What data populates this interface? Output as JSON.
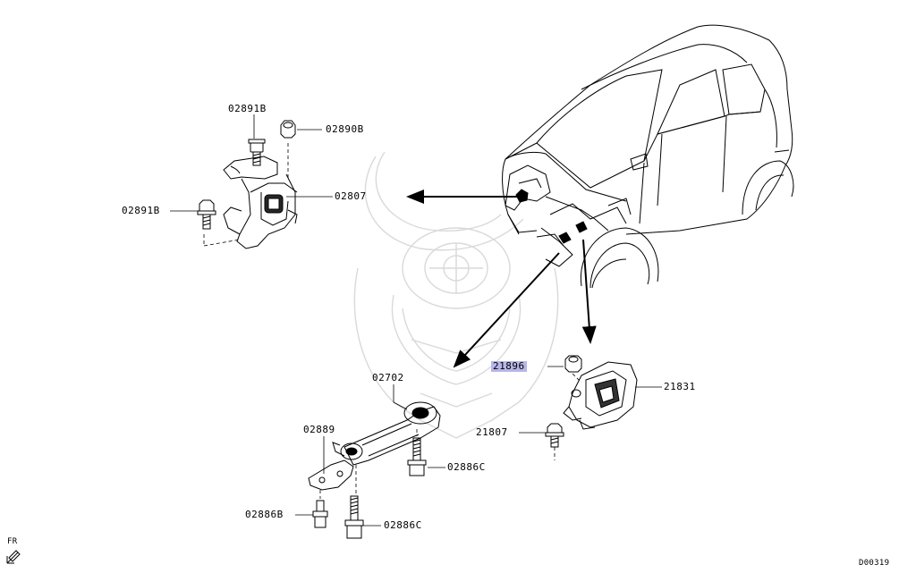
{
  "diagram": {
    "part_labels": {
      "p02891B_top": "02891B",
      "p02890B": "02890B",
      "p02807": "02807",
      "p02891B_left": "02891B",
      "p02702": "02702",
      "p21896": "21896",
      "p21831": "21831",
      "p21807": "21807",
      "p02889": "02889",
      "p02886C_upper": "02886C",
      "p02886B": "02886B",
      "p02886C_lower": "02886C"
    },
    "highlighted_part": "21896",
    "direction_marker": "FR",
    "diagram_id": "D00319",
    "colors": {
      "line": "#000000",
      "highlight": "#b8b6e8",
      "watermark": "#d8d8d8"
    }
  }
}
